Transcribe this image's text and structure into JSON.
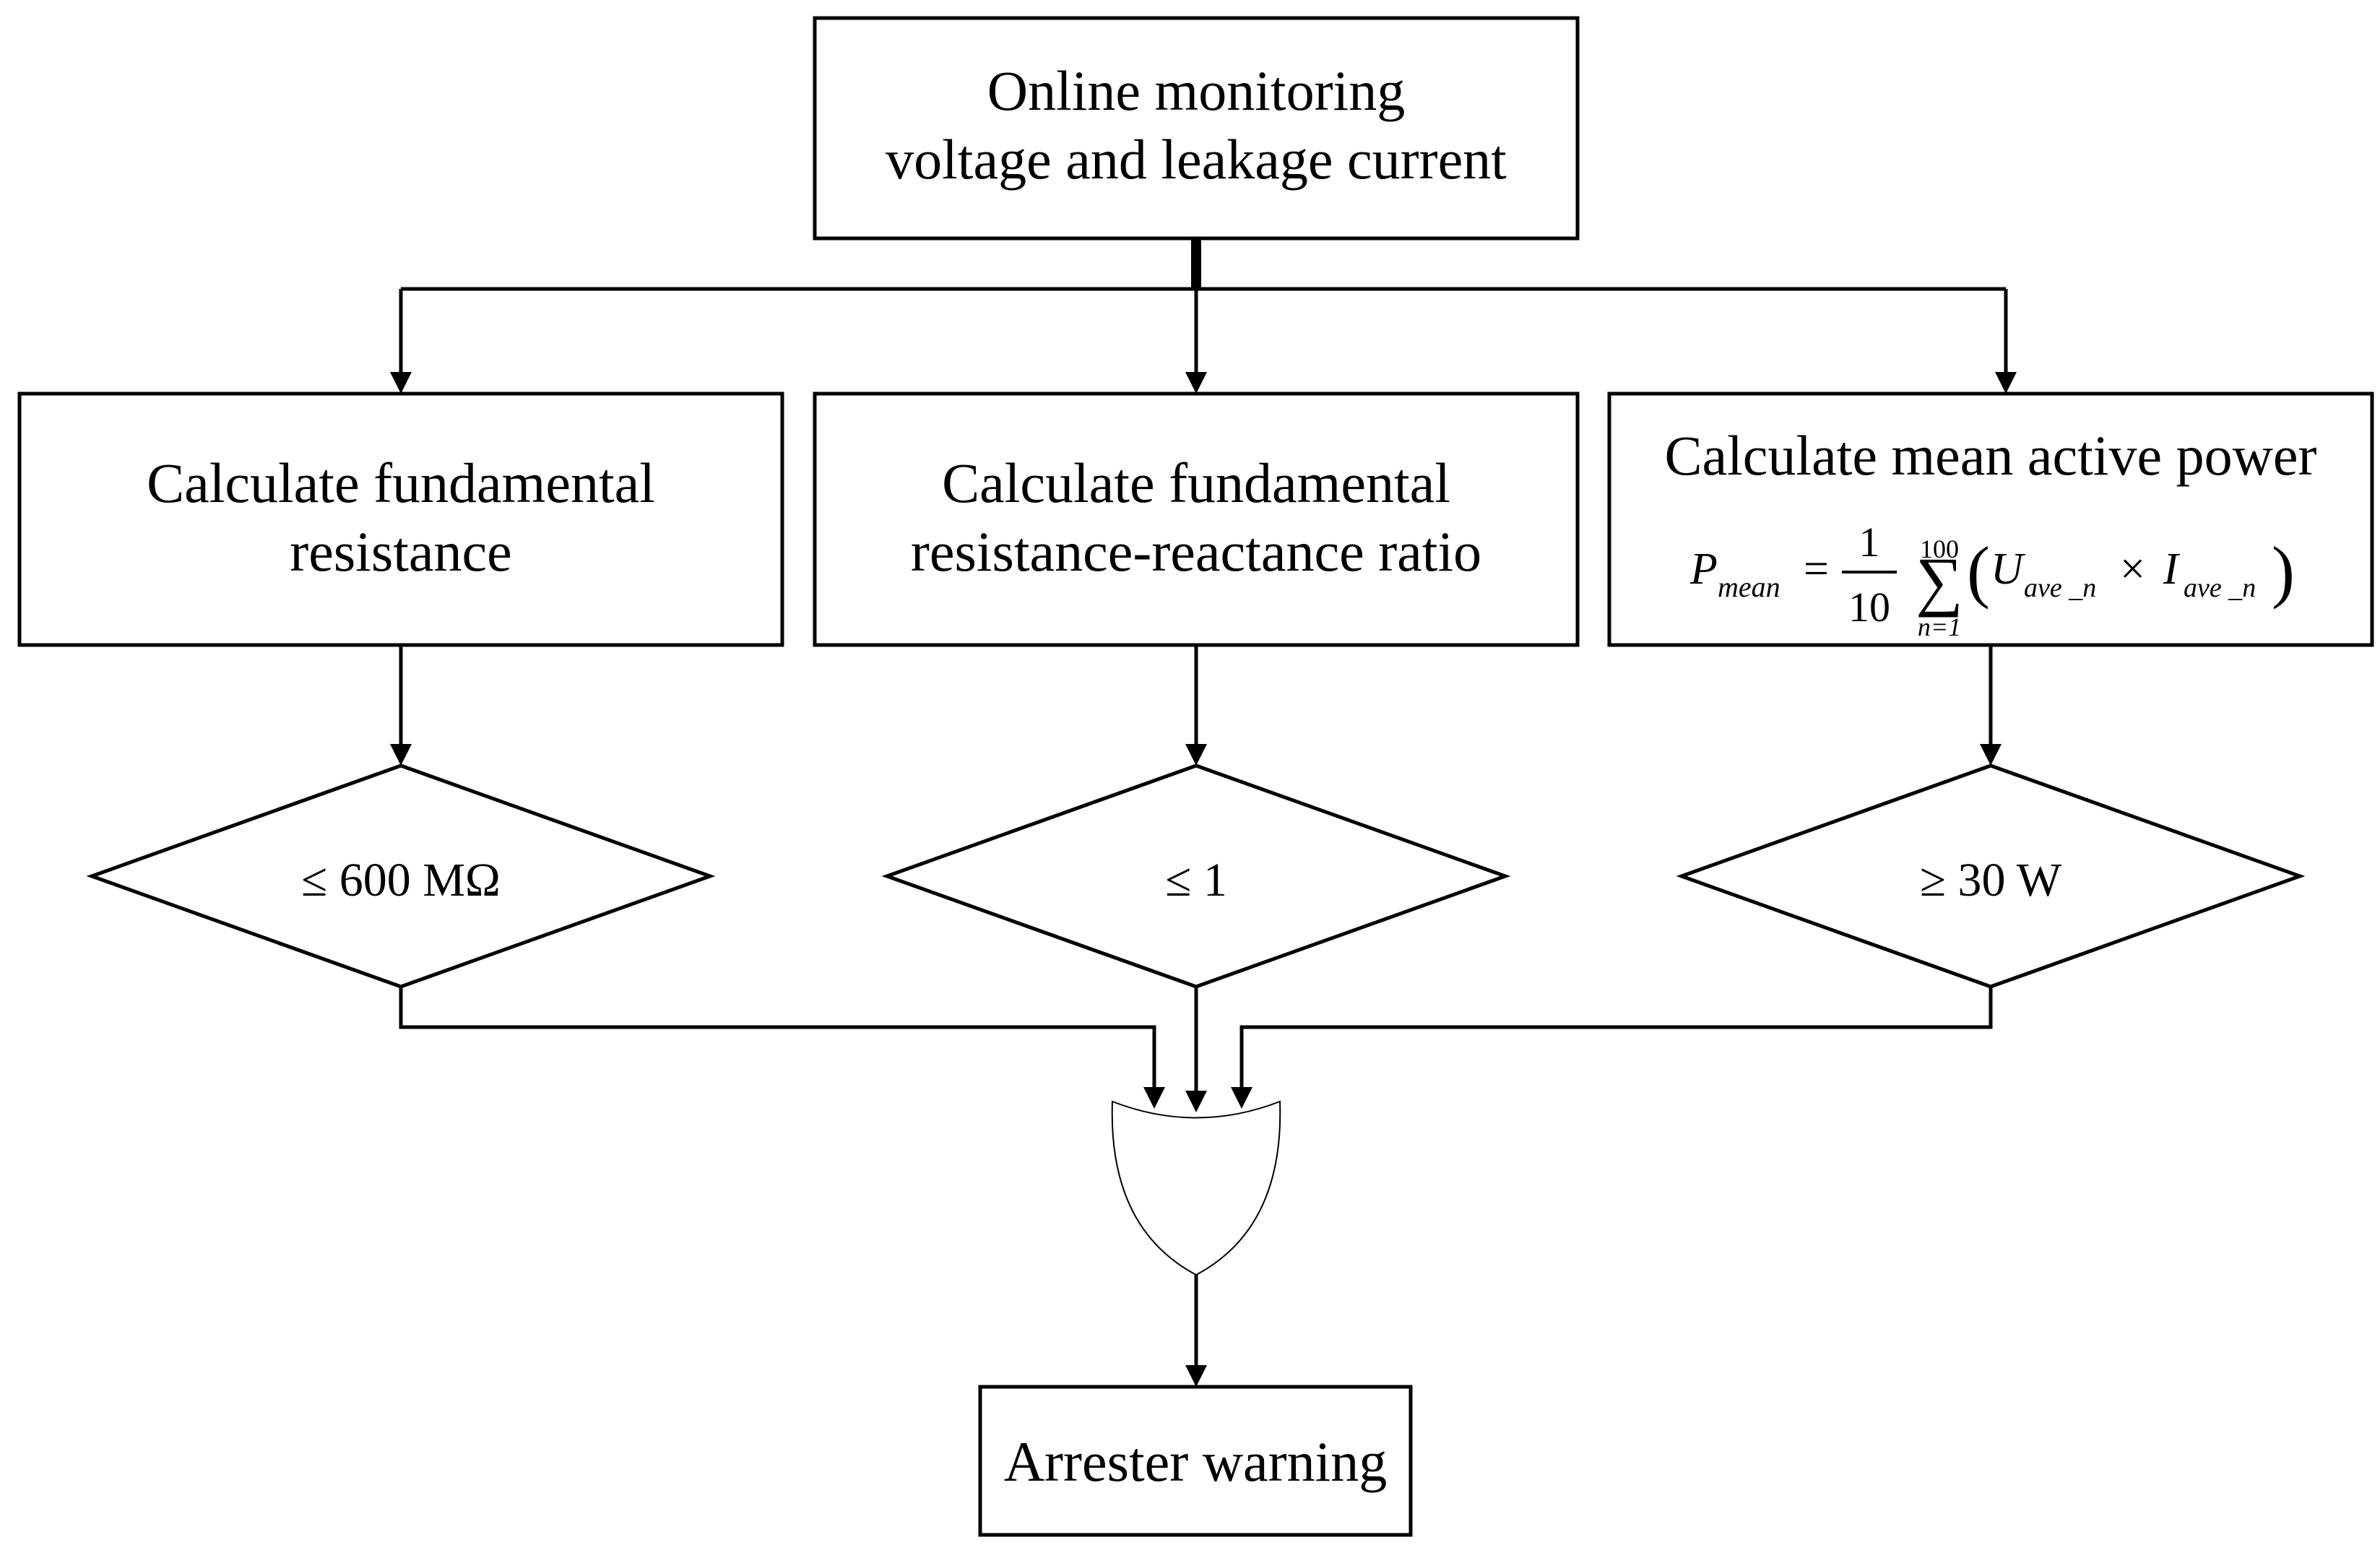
{
  "nodes": {
    "start": {
      "line1": "Online monitoring",
      "line2": "voltage and leakage current"
    },
    "resistance": {
      "line1": "Calculate fundamental",
      "line2": "resistance"
    },
    "ratio": {
      "line1": "Calculate fundamental",
      "line2": "resistance-reactance ratio"
    },
    "power": {
      "title": "Calculate mean active power",
      "formula": {
        "lhs": "P",
        "lhs_sub": "mean",
        "equals": "=",
        "frac_num": "1",
        "frac_den": "10",
        "sigma": "∑",
        "upper": "100",
        "lower": "n=1",
        "open_paren": "(",
        "U": "U",
        "U_sub": "ave _n",
        "times": "×",
        "I": "I",
        "I_sub": "ave _n",
        "close_paren": ")"
      }
    },
    "warning": {
      "label": "Arrester warning"
    }
  },
  "decisions": {
    "resistance": "≤ 600 MΩ",
    "ratio": "≤ 1",
    "power": "≥ 30 W"
  }
}
